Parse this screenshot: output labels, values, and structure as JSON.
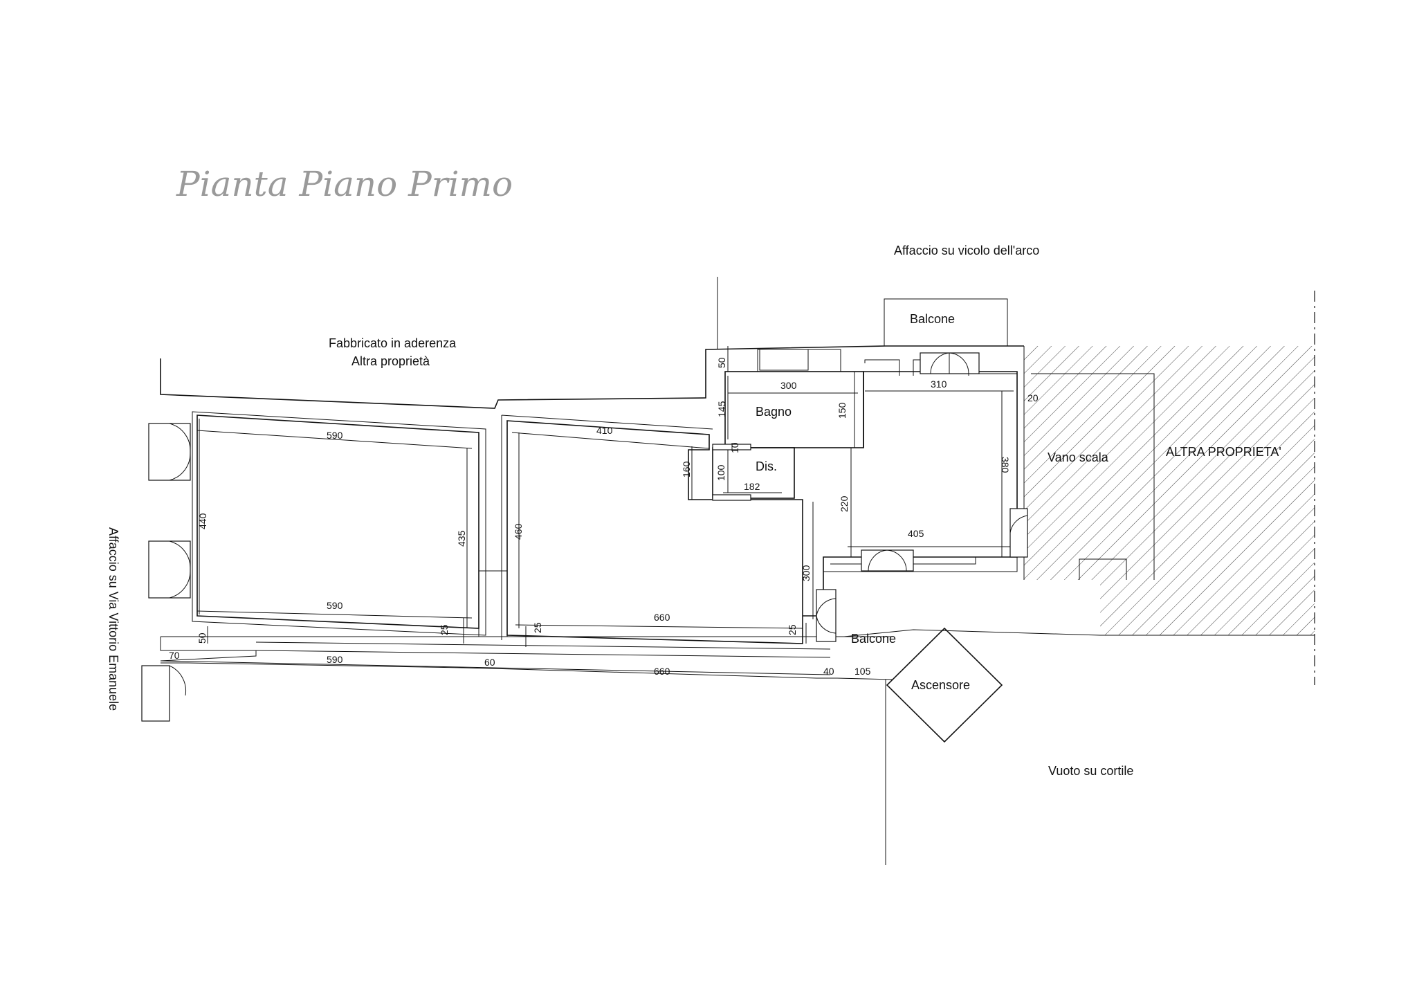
{
  "title": "Pianta Piano Primo",
  "labels": {
    "fabbricato_1": "Fabbricato in aderenza",
    "fabbricato_2": "Altra proprietà",
    "affaccio_vicolo": "Affaccio su vicolo dell'arco",
    "balcone_top": "Balcone",
    "bagno": "Bagno",
    "dis": "Dis.",
    "vano_scala": "Vano scala",
    "altra_proprieta": "ALTRA PROPRIETA'",
    "affaccio_via": "Affaccio su Via Vittorio Emanuele",
    "balcone_bottom": "Balcone",
    "ascensore": "Ascensore",
    "vuoto_cortile": "Vuoto su cortile"
  },
  "dimensions": {
    "d590_top": "590",
    "d440": "440",
    "d435": "435",
    "d590_mid": "590",
    "d50_left": "50",
    "d25_a": "25",
    "d70": "70",
    "d590_bottom": "590",
    "d60": "60",
    "d410": "410",
    "d460": "460",
    "d25_b": "25",
    "d660_mid": "660",
    "d660_bottom": "660",
    "d160": "160",
    "d100": "100",
    "d182": "182",
    "d10": "10",
    "d145": "145",
    "d50_top": "50",
    "d300_bagno": "300",
    "d150": "150",
    "d220": "220",
    "d300_side": "300",
    "d25_c": "25",
    "d40": "40",
    "d105": "105",
    "d310": "310",
    "d20": "20",
    "d380": "380",
    "d405": "405"
  }
}
